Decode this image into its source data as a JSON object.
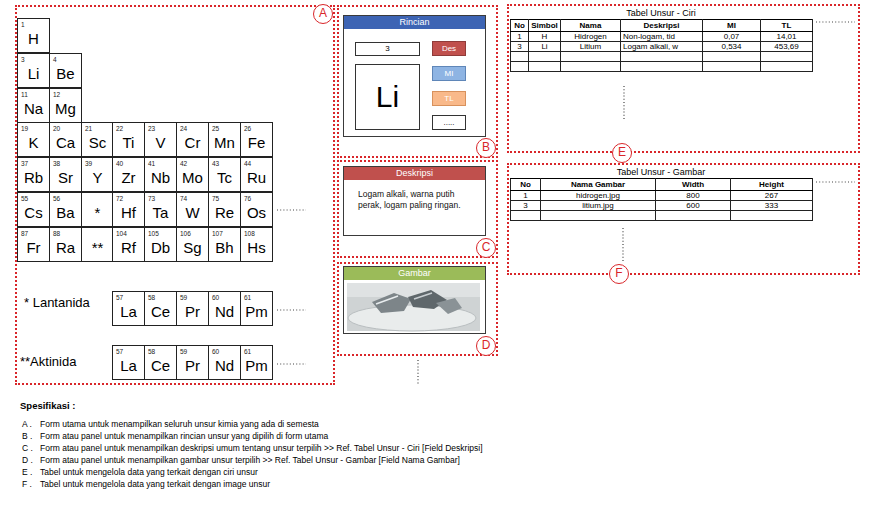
{
  "diagram": {
    "nodes": [
      {
        "text": [
          "A"
        ]
      },
      {
        "text": [
          "1",
          "H"
        ],
        "in": 0
      },
      {
        "text": [
          "3",
          "Li"
        ],
        "in": 0
      },
      {
        "text": [
          "4",
          "Be"
        ],
        "in": 0
      },
      {
        "text": [
          "11",
          "Na"
        ],
        "in": 0
      },
      {
        "text": [
          "12",
          "Mg"
        ],
        "in": 0
      },
      {
        "text": [
          "19",
          "K"
        ],
        "in": 0
      },
      {
        "text": [
          "20",
          "Ca"
        ],
        "in": 0
      },
      {
        "text": [
          "21",
          "Sc"
        ],
        "in": 0
      },
      {
        "text": [
          "22",
          "Ti"
        ],
        "in": 0
      },
      {
        "text": [
          "23",
          "V"
        ],
        "in": 0
      },
      {
        "text": [
          "24",
          "Cr"
        ],
        "in": 0
      },
      {
        "text": [
          "25",
          "Mn"
        ],
        "in": 0
      },
      {
        "text": [
          "26",
          "Fe"
        ],
        "in": 0
      },
      {
        "text": [
          "37",
          "Rb"
        ],
        "in": 0
      },
      {
        "text": [
          "38",
          "Sr"
        ],
        "in": 0
      },
      {
        "text": [
          "39",
          "Y"
        ],
        "in": 0
      },
      {
        "text": [
          "40",
          "Zr"
        ],
        "in": 0
      },
      {
        "text": [
          "41",
          "Nb"
        ],
        "in": 0
      },
      {
        "text": [
          "42",
          "Mo"
        ],
        "in": 0
      },
      {
        "text": [
          "43",
          "Tc"
        ],
        "in": 0
      },
      {
        "text": [
          "44",
          "Ru"
        ],
        "in": 0
      },
      {
        "text": [
          "55",
          "Cs"
        ],
        "in": 0
      },
      {
        "text": [
          "56",
          "Ba"
        ],
        "in": 0
      },
      {
        "text": [
          "*"
        ],
        "in": 0
      },
      {
        "text": [
          "72",
          "Hf"
        ],
        "in": 0
      },
      {
        "text": [
          "73",
          "Ta"
        ],
        "in": 0
      },
      {
        "text": [
          "74",
          "W"
        ],
        "in": 0
      },
      {
        "text": [
          "75",
          "Re"
        ],
        "in": 0
      },
      {
        "text": [
          "76",
          "Os"
        ],
        "in": 0
      },
      {
        "text": [
          "87",
          "Fr"
        ],
        "in": 0
      },
      {
        "text": [
          "88",
          "Ra"
        ],
        "in": 0
      },
      {
        "text": [
          "**"
        ],
        "in": 0
      },
      {
        "text": [
          "104",
          "Rf"
        ],
        "in": 0
      },
      {
        "text": [
          "105",
          "Db"
        ],
        "in": 0
      },
      {
        "text": [
          "106",
          "Sg"
        ],
        "in": 0
      },
      {
        "text": [
          "107",
          "Bh"
        ],
        "in": 0
      },
      {
        "text": [
          "108",
          "Hs"
        ],
        "in": 0
      },
      {
        "text": [
          "57",
          "La"
        ],
        "in": 0
      },
      {
        "text": [
          "58",
          "Ce"
        ],
        "in": 0
      },
      {
        "text": [
          "59",
          "Pr"
        ],
        "in": 0
      },
      {
        "text": [
          "60",
          "Nd"
        ],
        "in": 0
      },
      {
        "text": [
          "61",
          "Pm"
        ],
        "in": 0
      },
      {
        "text": [
          "57",
          "La"
        ],
        "in": 0
      },
      {
        "text": [
          "58",
          "Ce"
        ],
        "in": 0
      },
      {
        "text": [
          "59",
          "Pr"
        ],
        "in": 0
      },
      {
        "text": [
          "60",
          "Nd"
        ],
        "in": 0
      },
      {
        "text": [
          "61",
          "Pm"
        ],
        "in": 0
      },
      {
        "text": [
          "B"
        ]
      },
      {
        "text": [
          "Rincian"
        ],
        "in": 48
      },
      {
        "text": [
          "3"
        ],
        "in": 49
      },
      {
        "text": [
          "Des"
        ],
        "in": 49
      },
      {
        "text": [
          "MI"
        ],
        "in": 49
      },
      {
        "text": [
          "TL"
        ],
        "in": 49
      },
      {
        "text": [
          "....."
        ],
        "in": 49
      },
      {
        "text": [
          "Li"
        ],
        "in": 49
      },
      {
        "text": [
          "C"
        ]
      },
      {
        "text": [
          "Deskripsi",
          "Logam alkali, warna putih perak, logam paling ringan."
        ],
        "in": 56
      },
      {
        "text": [
          "D"
        ]
      },
      {
        "text": [
          "Gambar"
        ],
        "in": 58
      },
      {
        "text": [
          "E"
        ]
      },
      {
        "text": [
          "Tabel Unsur - Ciri"
        ],
        "in": 60
      },
      {
        "text": [
          "F"
        ]
      },
      {
        "text": [
          "Tabel Unsur - Gambar"
        ],
        "in": 62
      }
    ],
    "labels": [
      "* Lantanida",
      "**Aktinida",
      "No",
      "Simbol",
      "Nama",
      "Deskripsi",
      "MI",
      "TL",
      "1",
      "H",
      "Hidrogen",
      "Non-logam, tid",
      "0,07",
      "14,01",
      "3",
      "Li",
      "Litium",
      "Logam alkali, w",
      "0,534",
      "453,69",
      "No",
      "Nama Gambar",
      "Width",
      "Height",
      "1",
      "hidrogen.jpg",
      "800",
      "267",
      "3",
      "litium.jpg",
      "600",
      "333",
      "Spesifikasi :",
      "A .",
      "Form utama untuk menampilkan seluruh unsur kimia yang ada di semesta",
      "B .",
      "Form atau panel untuk menampilkan rincian unsur yang dipilih di form utama",
      "C .",
      "Form atau panel untuk menampilkan deskripsi umum tentang unsur terpilih >> Ref. Tabel Unsur - Ciri [Field Deskripsi]",
      "D .",
      "Form atau panel untuk menampilkan gambar unsur terpilih >> Ref. Tabel Unsur - Gambar [Field Nama Gambar]",
      "E .",
      "Tabel untuk mengelola data yang terkait dengan ciri unsur",
      "F .",
      "Tabel untuk mengelola data yang terkait dengan image unsur"
    ]
  }
}
